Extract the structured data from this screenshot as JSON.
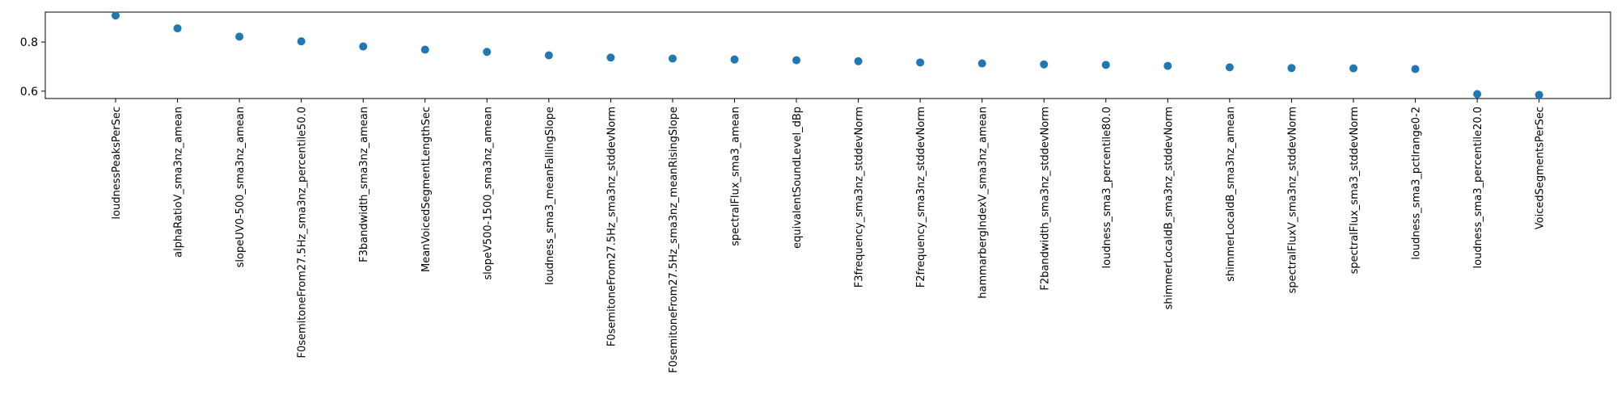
{
  "chart_data": {
    "type": "scatter",
    "title": "",
    "xlabel": "",
    "ylabel": "",
    "categories": [
      "loudnessPeaksPerSec",
      "alphaRatioV_sma3nz_amean",
      "slopeUV0-500_sma3nz_amean",
      "F0semitoneFrom27.5Hz_sma3nz_percentile50.0",
      "F3bandwidth_sma3nz_amean",
      "MeanVoicedSegmentLengthSec",
      "slopeV500-1500_sma3nz_amean",
      "loudness_sma3_meanFallingSlope",
      "F0semitoneFrom27.5Hz_sma3nz_stddevNorm",
      "F0semitoneFrom27.5Hz_sma3nz_meanRisingSlope",
      "spectralFlux_sma3_amean",
      "equivalentSoundLevel_dBp",
      "F3frequency_sma3nz_stddevNorm",
      "F2frequency_sma3nz_stddevNorm",
      "hammarbergIndexV_sma3nz_amean",
      "F2bandwidth_sma3nz_stddevNorm",
      "loudness_sma3_percentile80.0",
      "shimmerLocaldB_sma3nz_stddevNorm",
      "shimmerLocaldB_sma3nz_amean",
      "spectralFluxV_sma3nz_stddevNorm",
      "spectralFlux_sma3_stddevNorm",
      "loudness_sma3_pctlrange0-2",
      "loudness_sma3_percentile20.0",
      "VoicedSegmentsPerSec"
    ],
    "series": [
      {
        "values": [
          0.908,
          0.856,
          0.822,
          0.803,
          0.782,
          0.769,
          0.76,
          0.746,
          0.737,
          0.733,
          0.729,
          0.726,
          0.722,
          0.717,
          0.713,
          0.709,
          0.707,
          0.703,
          0.697,
          0.694,
          0.693,
          0.69,
          0.588,
          0.585
        ],
        "color": "#1f77b4"
      }
    ],
    "yticks": [
      0.6,
      0.8
    ],
    "ytick_labels": [
      "0.6",
      "0.8"
    ],
    "ylim": [
      0.57,
      0.922
    ],
    "grid": false,
    "legend": "none"
  }
}
